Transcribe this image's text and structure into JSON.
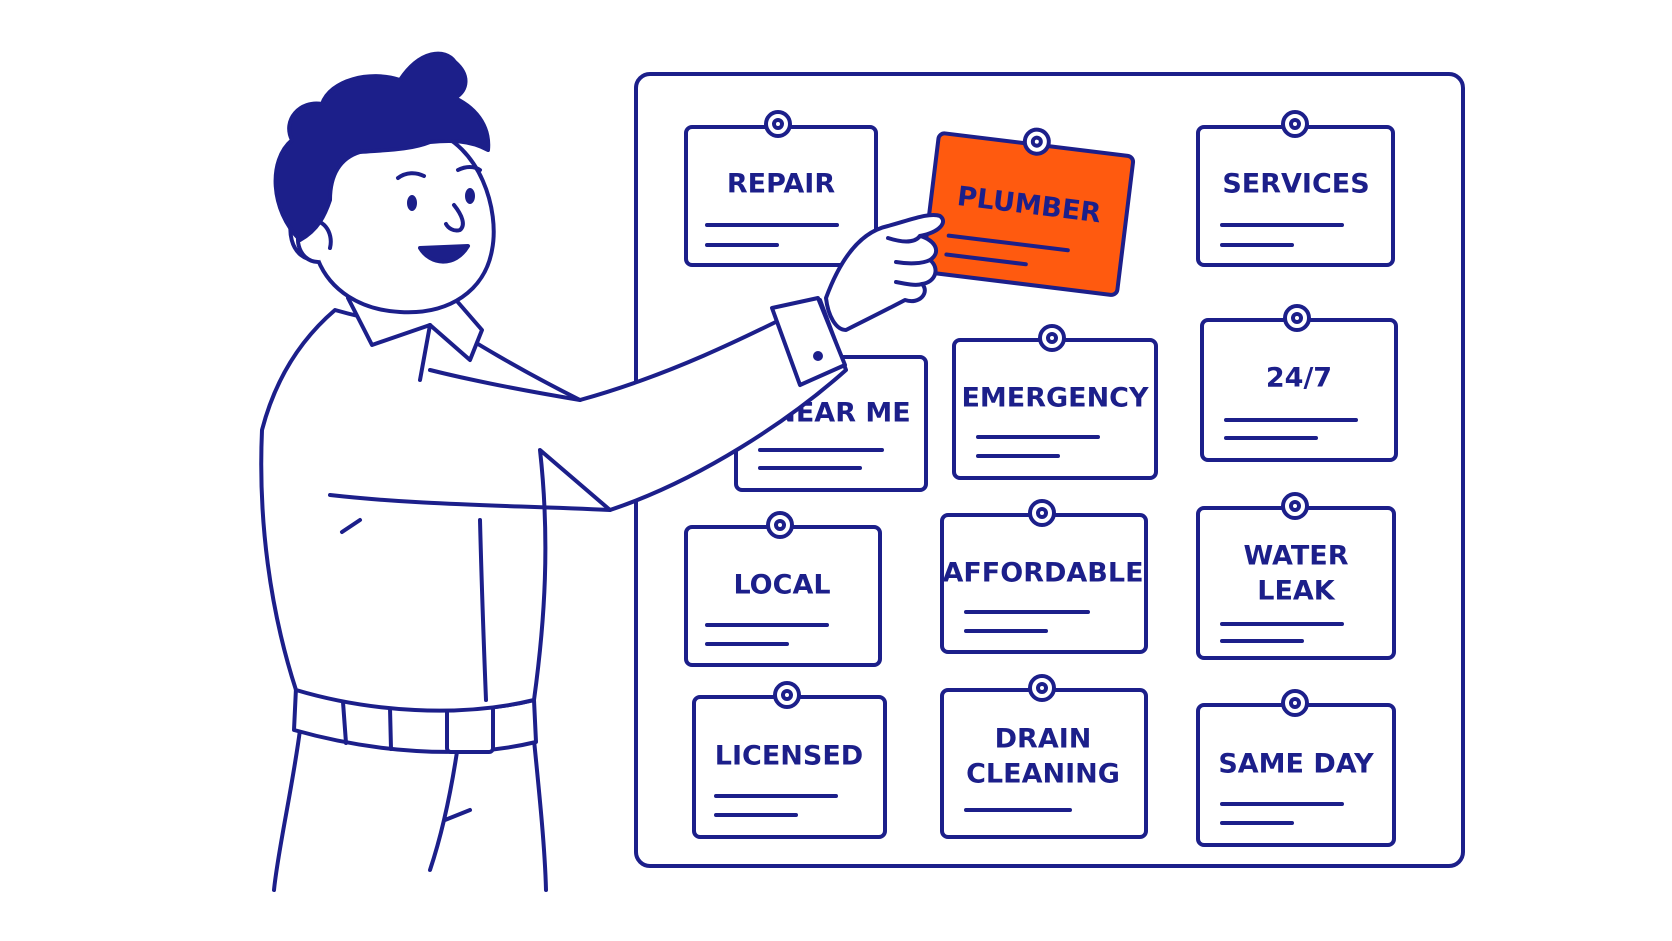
{
  "colors": {
    "ink": "#1c1f8a",
    "highlight": "#ff5a0f",
    "background": "#ffffff"
  },
  "board": {
    "cards": [
      {
        "label": "REPAIR"
      },
      {
        "label": "PLUMBER",
        "highlighted": true
      },
      {
        "label": "SERVICES"
      },
      {
        "label": "NEAR ME"
      },
      {
        "label": "EMERGENCY"
      },
      {
        "label": "24/7"
      },
      {
        "label": "LOCAL"
      },
      {
        "label": "AFFORDABLE"
      },
      {
        "label": "WATER",
        "label2": "LEAK"
      },
      {
        "label": "LICENSED"
      },
      {
        "label": "DRAIN",
        "label2": "CLEANING"
      },
      {
        "label": "SAME DAY"
      }
    ]
  },
  "person": {
    "action": "pinning-card"
  }
}
